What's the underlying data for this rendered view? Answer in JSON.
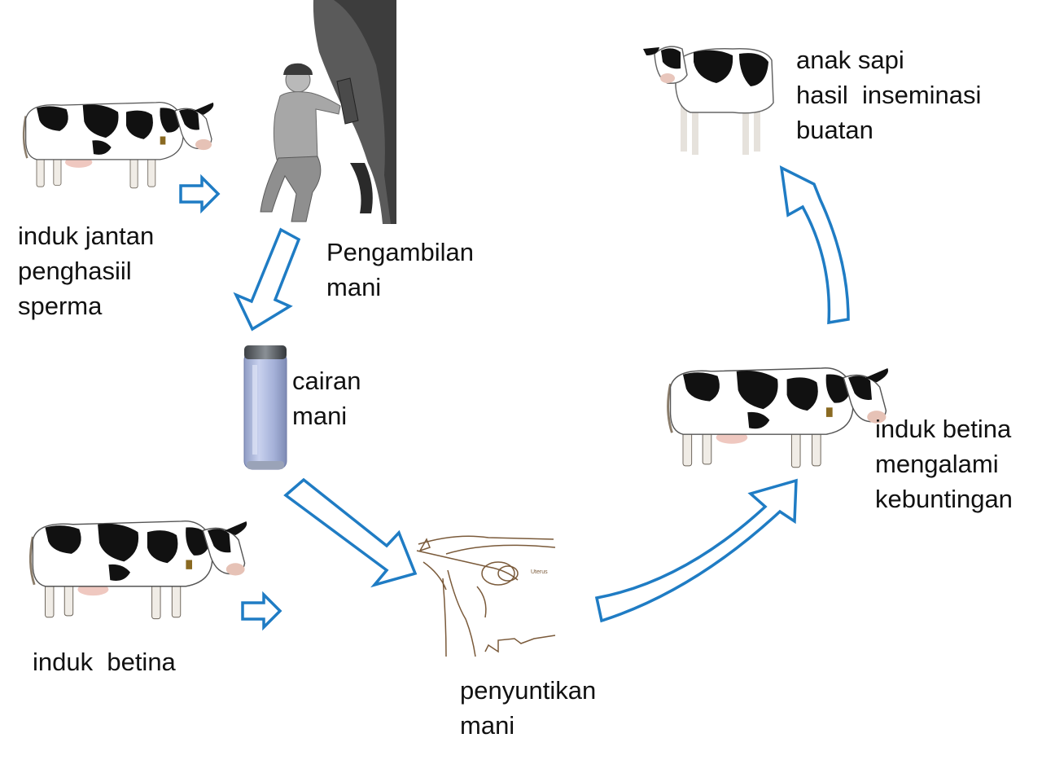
{
  "colors": {
    "arrow_stroke": "#1f7cc4",
    "arrow_fill": "#ffffff",
    "text": "#111111"
  },
  "nodes": {
    "bull": {
      "lines": [
        "induk jantan",
        "penghasiil",
        "sperma"
      ],
      "picture": "black-and-white-bull"
    },
    "collection": {
      "lines": [
        "Pengambilan",
        "mani"
      ],
      "picture": "man-collecting-semen-from-bull"
    },
    "semen": {
      "lines": [
        "cairan",
        "mani"
      ],
      "picture": "semen-straw-tube"
    },
    "cow": {
      "lines": [
        "induk  betina"
      ],
      "picture": "holstein-cow"
    },
    "injection": {
      "lines": [
        "penyuntikan",
        "mani"
      ],
      "picture": "insemination-diagram"
    },
    "pregnant": {
      "lines": [
        "induk betina",
        "mengalami",
        "kebuntingan"
      ],
      "picture": "holstein-cow"
    },
    "calf": {
      "lines": [
        "anak sapi",
        "hasil  inseminasi",
        "buatan"
      ],
      "picture": "holstein-calf"
    }
  },
  "injection_diagram": {
    "label": "Uterus"
  }
}
